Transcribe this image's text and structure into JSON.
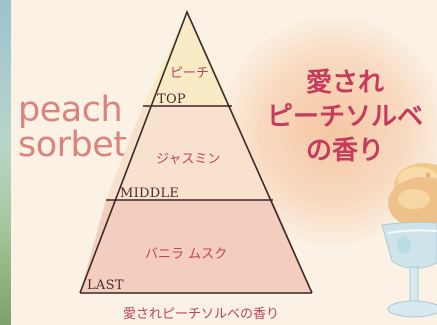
{
  "brand": {
    "line1": "peach",
    "line2": "sorbet"
  },
  "headline": {
    "line1": "愛され",
    "line2": "ピーチソルベ",
    "line3": "の香り"
  },
  "pyramid": {
    "tiers": [
      {
        "level": "TOP",
        "note": "ピーチ"
      },
      {
        "level": "MIDDLE",
        "note": "ジャスミン"
      },
      {
        "level": "LAST",
        "note": "バニラ ムスク"
      }
    ]
  },
  "caption": "愛されピーチソルベの香り",
  "colors": {
    "background": "#fbf1e4",
    "top_tier": "#f9ebc6",
    "middle_tier": "#f8e1cd",
    "last_tier": "#f3cdbd",
    "accent_text": "#c0435c",
    "brand_text": "#d9847c"
  }
}
